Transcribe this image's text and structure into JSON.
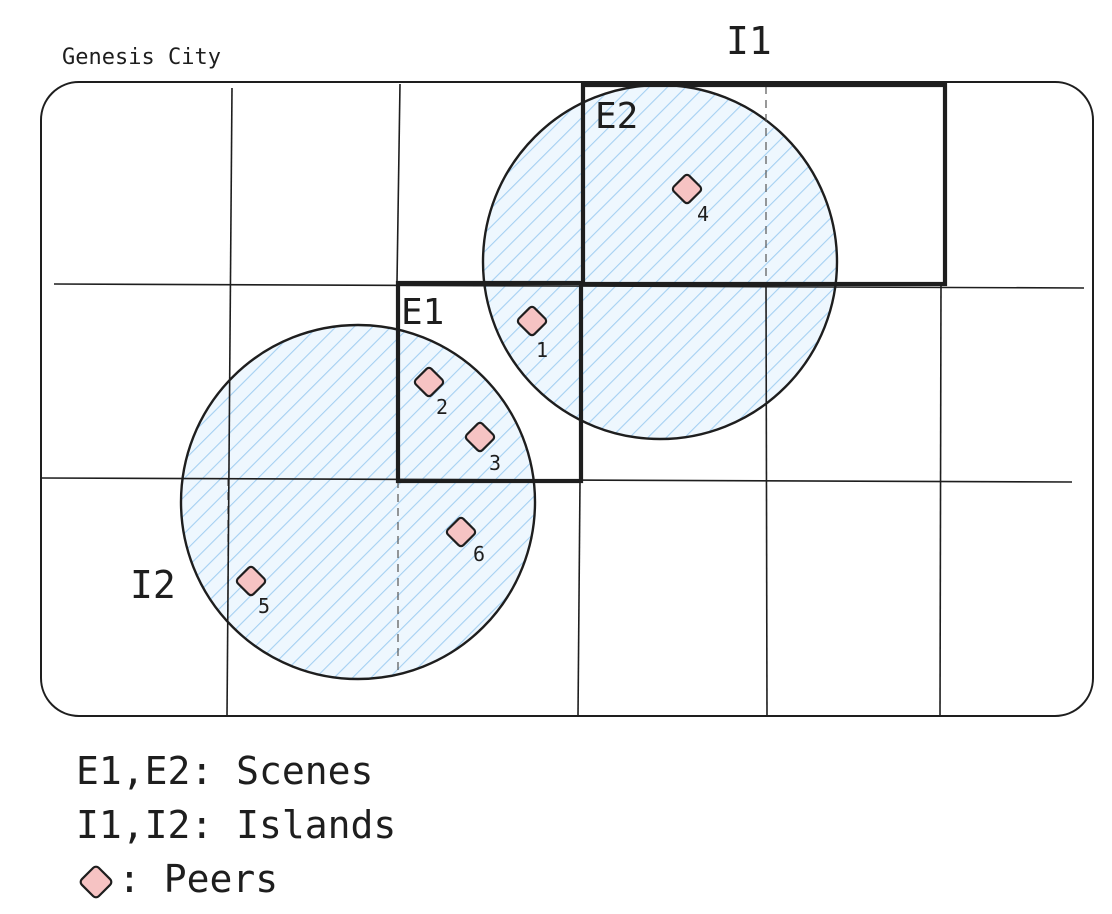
{
  "map": {
    "title": "Genesis City"
  },
  "scenes": [
    {
      "label": "E1"
    },
    {
      "label": "E2"
    }
  ],
  "islands": [
    {
      "label": "I1"
    },
    {
      "label": "I2"
    }
  ],
  "peers": [
    {
      "label": "1"
    },
    {
      "label": "2"
    },
    {
      "label": "3"
    },
    {
      "label": "4"
    },
    {
      "label": "5"
    },
    {
      "label": "6"
    }
  ],
  "legend": {
    "scenes": "E1,E2: Scenes",
    "islands": "I1,I2: Islands",
    "peers": ": Peers"
  },
  "colors": {
    "stroke": "#1e1e1e",
    "hatch": "#a5d0f2",
    "island_fill": "#e6f3fd",
    "peer_fill": "#f6c3c3"
  }
}
